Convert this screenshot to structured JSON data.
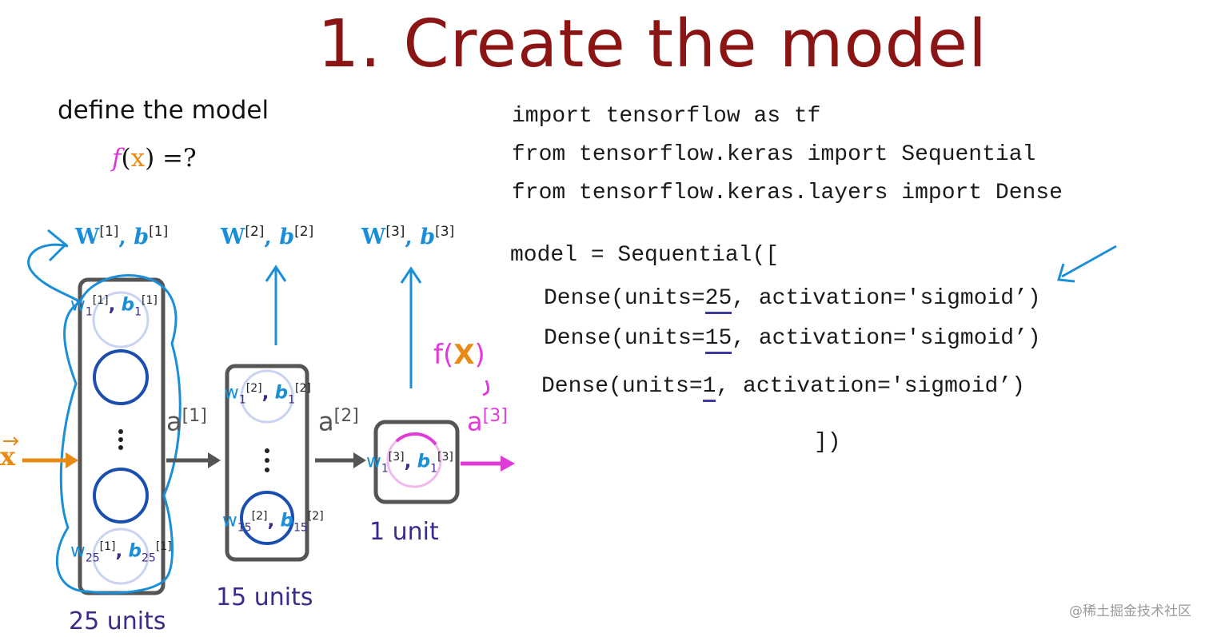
{
  "title": "1. Create the model",
  "subtitle": "define the model",
  "model_fn": {
    "f": "f",
    "x": "x",
    "rest": ") =?",
    "open": "("
  },
  "code": {
    "line1": "import tensorflow as tf",
    "line2": "from tensorflow.keras import Sequential",
    "line3": "from tensorflow.keras.layers import Dense",
    "line4": "model = Sequential([",
    "dense1": {
      "pre": "Dense(units=",
      "units": "25",
      "post": ", activation='sigmoid’)"
    },
    "dense2": {
      "pre": "Dense(units=",
      "units": "15",
      "post": ", activation='sigmoid’)"
    },
    "dense3": {
      "pre": "Dense(units=",
      "units": "1",
      "post": ", activation='sigmoid’)"
    },
    "close": "])"
  },
  "layers": [
    {
      "label": "25 units",
      "w": "W",
      "b": "b",
      "index": "[1]",
      "top_w_sub": "1",
      "top_b_sub": "1",
      "bottom_w_sub": "25",
      "bottom_b_sub": "25"
    },
    {
      "label": "15 units",
      "w": "W",
      "b": "b",
      "index": "[2]",
      "top_w_sub": "1",
      "top_b_sub": "1",
      "bottom_w_sub": "15",
      "bottom_b_sub": "15"
    },
    {
      "label": "1 unit",
      "w": "W",
      "b": "b",
      "index": "[3]",
      "top_w_sub": "1",
      "top_b_sub": "1"
    }
  ],
  "activations": {
    "a": "a",
    "a1": "[1]",
    "a2": "[2]",
    "a3": "[3]"
  },
  "input_label": "x",
  "output_fn": {
    "f": "f(",
    "x": "X",
    "close": ")"
  },
  "watermark": "@稀土掘金技术社区",
  "colors": {
    "title": "#8b1414",
    "param_blue": "#1b8ed8",
    "neuron_blue": "#1a4fb0",
    "purple": "#3e2a8a",
    "magenta": "#e03ad8",
    "orange": "#e88a14"
  }
}
